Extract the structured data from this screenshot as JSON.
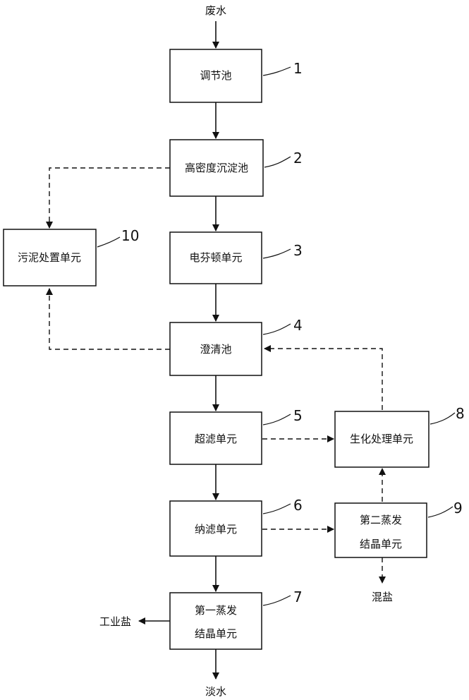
{
  "nodes": {
    "n1": {
      "label": "调节池",
      "num": "1"
    },
    "n2": {
      "label": "高密度沉淀池",
      "num": "2"
    },
    "n3": {
      "label": "电芬顿单元",
      "num": "3"
    },
    "n4": {
      "label": "澄清池",
      "num": "4"
    },
    "n5": {
      "label": "超滤单元",
      "num": "5"
    },
    "n6": {
      "label": "纳滤单元",
      "num": "6"
    },
    "n7": {
      "label_line1": "第一蒸发",
      "label_line2": "结晶单元",
      "num": "7"
    },
    "n8": {
      "label": "生化处理单元",
      "num": "8"
    },
    "n9": {
      "label_line1": "第二蒸发",
      "label_line2": "结晶单元",
      "num": "9"
    },
    "n10": {
      "label": "污泥处置单元",
      "num": "10"
    }
  },
  "terminals": {
    "input": "废水",
    "fresh_water": "淡水",
    "industrial_salt": "工业盐",
    "mixed_salt": "混盐"
  }
}
